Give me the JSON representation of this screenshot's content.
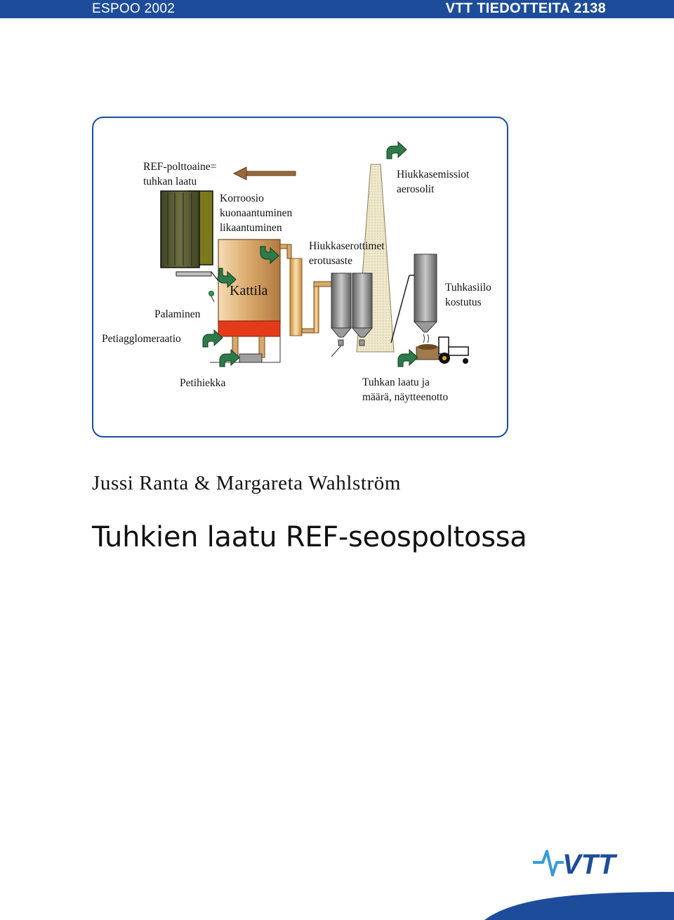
{
  "header": {
    "series_location": "ESPOO 2002",
    "series_title": "VTT TIEDOTTEITA 2138"
  },
  "figure": {
    "labels": {
      "ref_fuel": [
        "REF-polttoaine=",
        "tuhkan laatu"
      ],
      "corrosion": [
        "Korroosio",
        "kuonaantuminen",
        "likaantuminen"
      ],
      "separators": [
        "Hiukkaserottimet",
        "erotusaste"
      ],
      "emissions": [
        "Hiukkasemissiot",
        "aerosolit"
      ],
      "boiler": "Kattila",
      "combustion": "Palaminen",
      "silo": [
        "Tuhkasiilo",
        "kostutus"
      ],
      "agglomeration": "Petiagglomeraatio",
      "bed_sand": "Petihiekka",
      "ash_quality": [
        "Tuhkan laatu ja",
        "määrä, näytteenotto"
      ]
    },
    "colors": {
      "fuel_bin": "#4b4f2a",
      "boiler": "#d9a86a",
      "furnace": "#e53a1a",
      "chimney": "#f0e6c8",
      "silo": "#8a8a8a",
      "arrow_green": "#2e7a4a",
      "arrow_brown": "#9a6a3a"
    }
  },
  "authors": "Jussi Ranta & Margareta Wahlström",
  "title": "Tuhkien laatu REF-seospoltossa",
  "logo": {
    "text": "VTT",
    "color": "#1d4d9a"
  }
}
